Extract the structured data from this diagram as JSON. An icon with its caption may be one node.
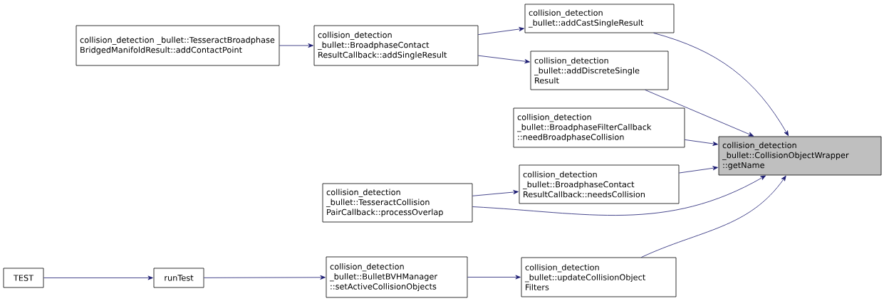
{
  "diagram": {
    "nodes": [
      {
        "text": [
          "TEST"
        ]
      },
      {
        "text": [
          "runTest"
        ]
      },
      {
        "text": [
          "collision_detection _bullet::BulletBVHManager ::setActiveCollisionObjects"
        ]
      },
      {
        "text": [
          "collision_detection _bullet::TesseractBroadphase BridgedManifoldResult::addContactPoint"
        ]
      },
      {
        "text": [
          "collision_detection _bullet::BroadphaseContact ResultCallback::addSingleResult"
        ]
      },
      {
        "text": [
          "collision_detection _bullet::addCastSingleResult"
        ]
      },
      {
        "text": [
          "collision_detection _bullet::addDiscreteSingle Result"
        ]
      },
      {
        "text": [
          "collision_detection _bullet::BroadphaseFilterCallback ::needBroadphaseCollision"
        ]
      },
      {
        "text": [
          "collision_detection _bullet::BroadphaseContact ResultCallback::needsCollision"
        ]
      },
      {
        "text": [
          "collision_detection _bullet::TesseractCollision PairCallback::processOverlap"
        ]
      },
      {
        "text": [
          "collision_detection _bullet::updateCollisionObject Filters"
        ]
      },
      {
        "text": [
          "collision_detection _bullet::CollisionObjectWrapper ::getName"
        ]
      }
    ],
    "edges": [
      {
        "from": 0,
        "to": 1,
        "arrow": "to"
      },
      {
        "from": 1,
        "to": 2,
        "arrow": "to"
      },
      {
        "from": 2,
        "to": 10,
        "arrow": "to"
      },
      {
        "from": 3,
        "to": 4,
        "arrow": "to"
      },
      {
        "from": 4,
        "to": 5,
        "arrow": "to"
      },
      {
        "from": 4,
        "to": 6,
        "arrow": "to"
      },
      {
        "from": 9,
        "to": 8,
        "arrow": "to"
      },
      {
        "from": 5,
        "to": 11,
        "arrow": "to"
      },
      {
        "from": 6,
        "to": 11,
        "arrow": "to"
      },
      {
        "from": 7,
        "to": 11,
        "arrow": "to"
      },
      {
        "from": 8,
        "to": 11,
        "arrow": "to"
      },
      {
        "from": 9,
        "to": 11,
        "arrow": "to"
      },
      {
        "from": 10,
        "to": 11,
        "arrow": "to"
      }
    ]
  }
}
